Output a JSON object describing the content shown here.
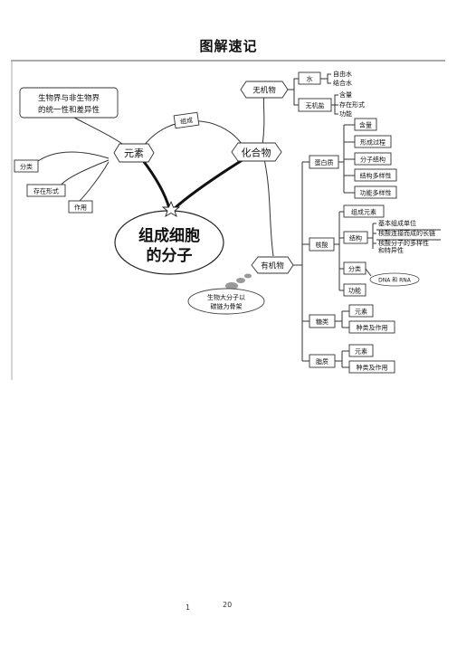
{
  "page_title": "图解速记",
  "footer": {
    "left": "1",
    "right": "20"
  },
  "center": {
    "line1": "组成细胞",
    "line2": "的分子"
  },
  "link_label": "组成",
  "elements_node": {
    "label": "元素",
    "note_line1": "生物界与非生物界",
    "note_line2": "的统一性和差异性",
    "leaves": [
      "分类",
      "存在形式",
      "作用"
    ]
  },
  "compounds_node": {
    "label": "化合物"
  },
  "inorganic": {
    "label": "无机物",
    "water": {
      "label": "水",
      "items": [
        "自由水",
        "结合水"
      ]
    },
    "salt": {
      "label": "无机盐",
      "items": [
        "含量",
        "存在形式",
        "功能"
      ]
    }
  },
  "organic": {
    "label": "有机物",
    "bubble_line1": "生物大分子以",
    "bubble_line2": "碳链为骨架",
    "protein": {
      "label": "蛋白质",
      "items": [
        "含量",
        "形成过程",
        "分子结构",
        "结构多样性",
        "功能多样性"
      ]
    },
    "nucleic": {
      "label": "核酸",
      "composition": "组成元素",
      "structure": "结构",
      "structure_items": [
        "基本组成单位",
        "核酸连接而成的长链",
        "核酸分子的多样性",
        "和特异性"
      ],
      "classify": "分类",
      "classify_note": "DNA 和 RNA",
      "function": "功能"
    },
    "sugar": {
      "label": "糖类",
      "items": [
        "元素",
        "种类及作用"
      ]
    },
    "lipid": {
      "label": "脂质",
      "items": [
        "元素",
        "种类及作用"
      ]
    }
  }
}
